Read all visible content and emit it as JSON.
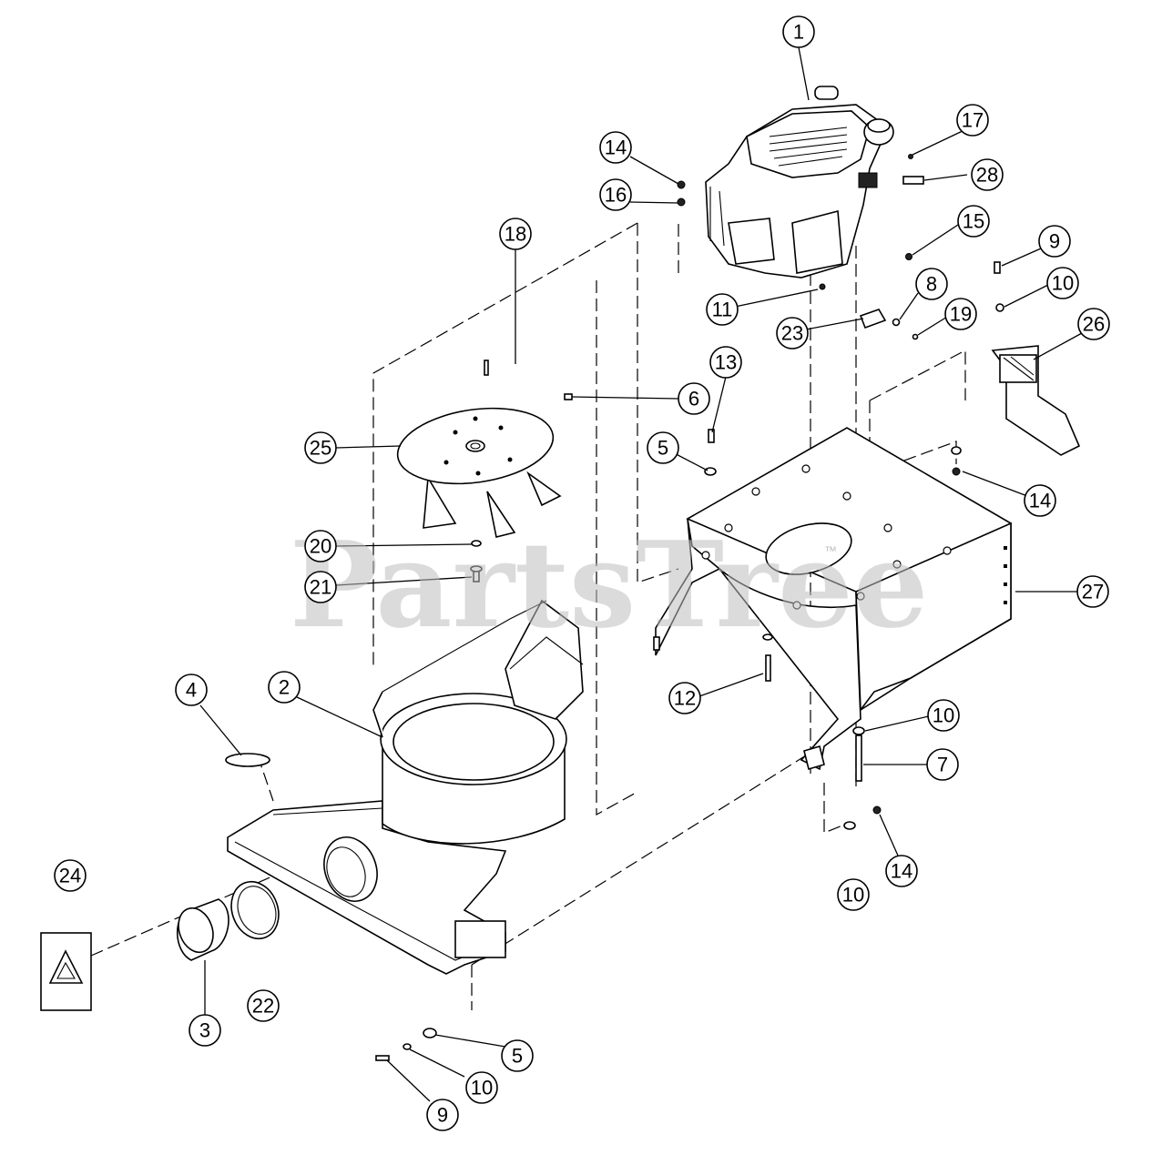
{
  "diagram": {
    "watermark": "PartsTree",
    "watermark_tm": "™",
    "callouts": [
      {
        "id": "c1",
        "label": "1"
      },
      {
        "id": "c2",
        "label": "2"
      },
      {
        "id": "c3",
        "label": "3"
      },
      {
        "id": "c4",
        "label": "4"
      },
      {
        "id": "c5a",
        "label": "5"
      },
      {
        "id": "c5b",
        "label": "5"
      },
      {
        "id": "c6",
        "label": "6"
      },
      {
        "id": "c7",
        "label": "7"
      },
      {
        "id": "c8",
        "label": "8"
      },
      {
        "id": "c9a",
        "label": "9"
      },
      {
        "id": "c9b",
        "label": "9"
      },
      {
        "id": "c10a",
        "label": "10"
      },
      {
        "id": "c10b",
        "label": "10"
      },
      {
        "id": "c10c",
        "label": "10"
      },
      {
        "id": "c10d",
        "label": "10"
      },
      {
        "id": "c11",
        "label": "11"
      },
      {
        "id": "c12",
        "label": "12"
      },
      {
        "id": "c13",
        "label": "13"
      },
      {
        "id": "c14a",
        "label": "14"
      },
      {
        "id": "c14b",
        "label": "14"
      },
      {
        "id": "c14c",
        "label": "14"
      },
      {
        "id": "c15",
        "label": "15"
      },
      {
        "id": "c16",
        "label": "16"
      },
      {
        "id": "c17",
        "label": "17"
      },
      {
        "id": "c18",
        "label": "18"
      },
      {
        "id": "c19",
        "label": "19"
      },
      {
        "id": "c20",
        "label": "20"
      },
      {
        "id": "c21",
        "label": "21"
      },
      {
        "id": "c22",
        "label": "22"
      },
      {
        "id": "c23",
        "label": "23"
      },
      {
        "id": "c24",
        "label": "24"
      },
      {
        "id": "c25",
        "label": "25"
      },
      {
        "id": "c26",
        "label": "26"
      },
      {
        "id": "c27",
        "label": "27"
      },
      {
        "id": "c28",
        "label": "28"
      }
    ]
  }
}
